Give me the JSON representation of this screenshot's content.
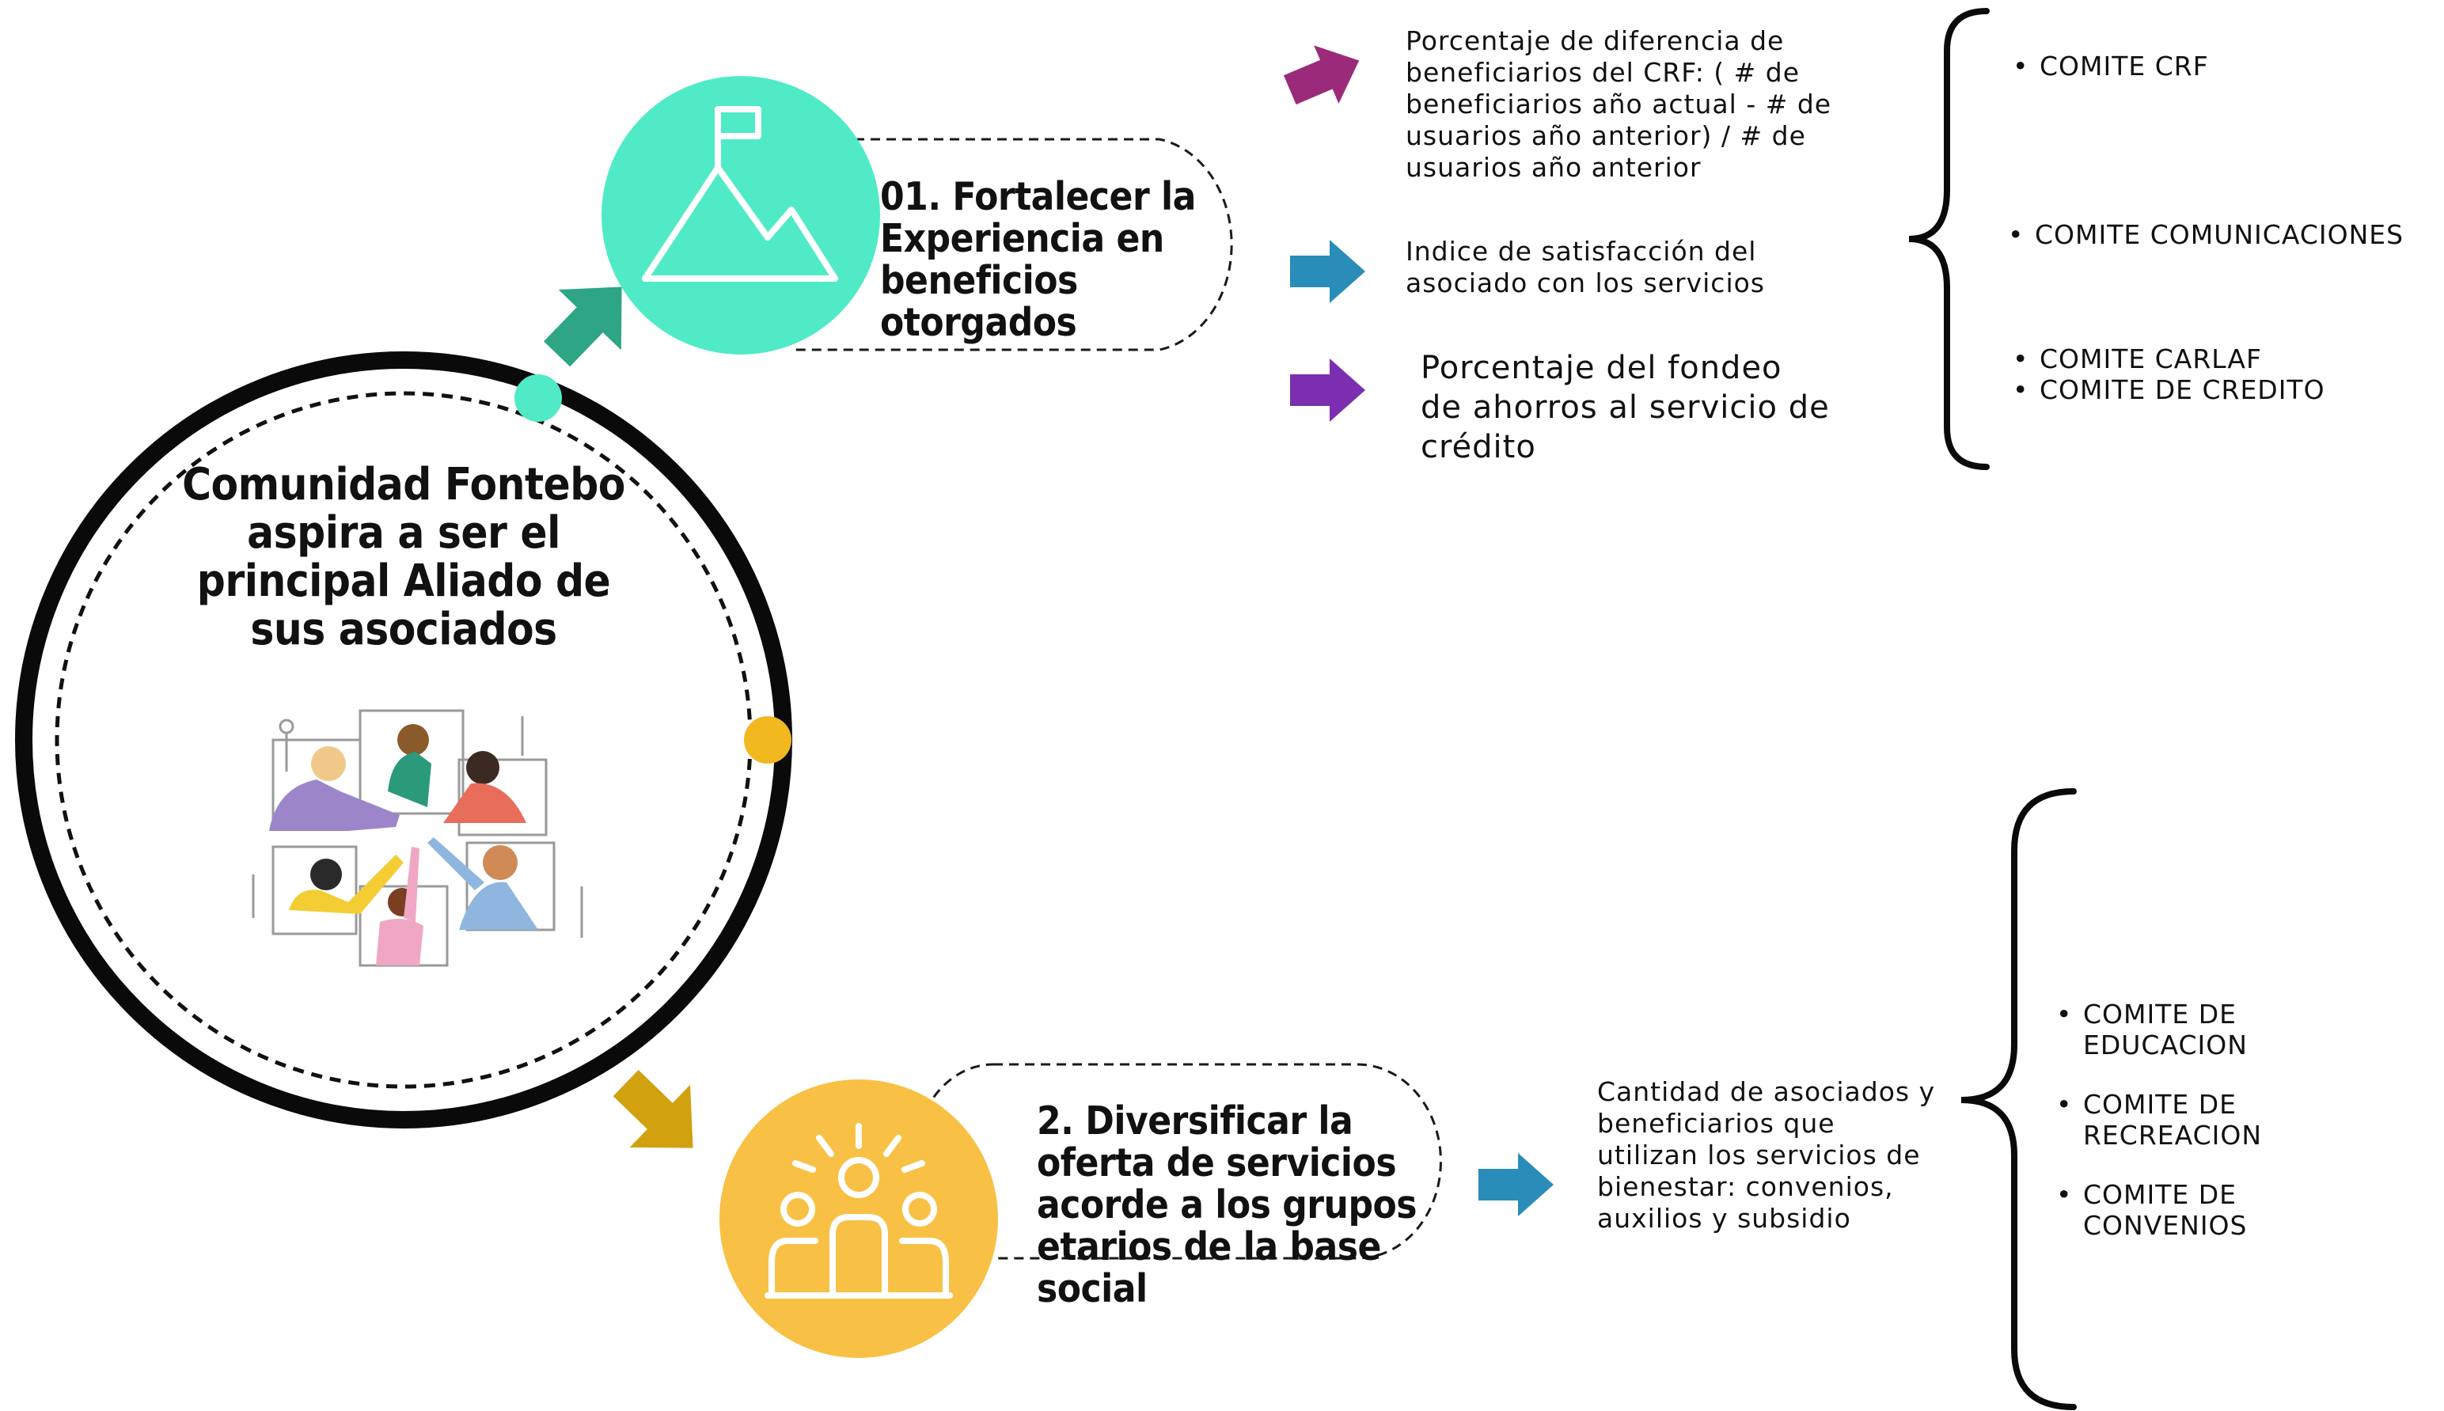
{
  "center": {
    "title": "Comunidad Fontebo aspira a ser el principal Aliado de sus asociados",
    "illustration": "team-hands-together"
  },
  "objectives": [
    {
      "title": "01. Fortalecer la Experiencia en beneficios otorgados",
      "icon": "mountain-flag-icon",
      "color": "#50ebc6",
      "indicators": [
        {
          "text": "Porcentaje de diferencia de beneficiarios del CRF: ( # de beneficiarios año actual - # de usuarios año anterior) /  # de usuarios año anterior",
          "arrow_color": "#9b2b7a"
        },
        {
          "text": "Indice de satisfacción del asociado con los servicios",
          "arrow_color": "#2a8cb8"
        },
        {
          "text": "Porcentaje del fondeo de ahorros al servicio de crédito",
          "arrow_color": "#7b2fb0"
        }
      ],
      "committees": [
        "COMITE CRF",
        "COMITE COMUNICACIONES",
        "COMITE CARLAF",
        "COMITE DE CREDITO"
      ]
    },
    {
      "title": "2. Diversificar la oferta de servicios acorde a los grupos etarios de la base social",
      "icon": "people-group-icon",
      "color": "#f8c146",
      "indicators": [
        {
          "text": "Cantidad de asociados y beneficiarios que utilizan los servicios de bienestar: convenios, auxilios  y subsidio",
          "arrow_color": "#2a8cb8"
        }
      ],
      "committees": [
        "COMITE DE EDUCACION",
        "COMITE DE RECREACION",
        "COMITE DE CONVENIOS"
      ]
    }
  ],
  "colors": {
    "ring": "#0a0a0a",
    "connector_teal": "#2ea585",
    "connector_gold": "#d2a10f",
    "dot_teal": "#50ebc6",
    "dot_gold": "#f2b81f"
  }
}
